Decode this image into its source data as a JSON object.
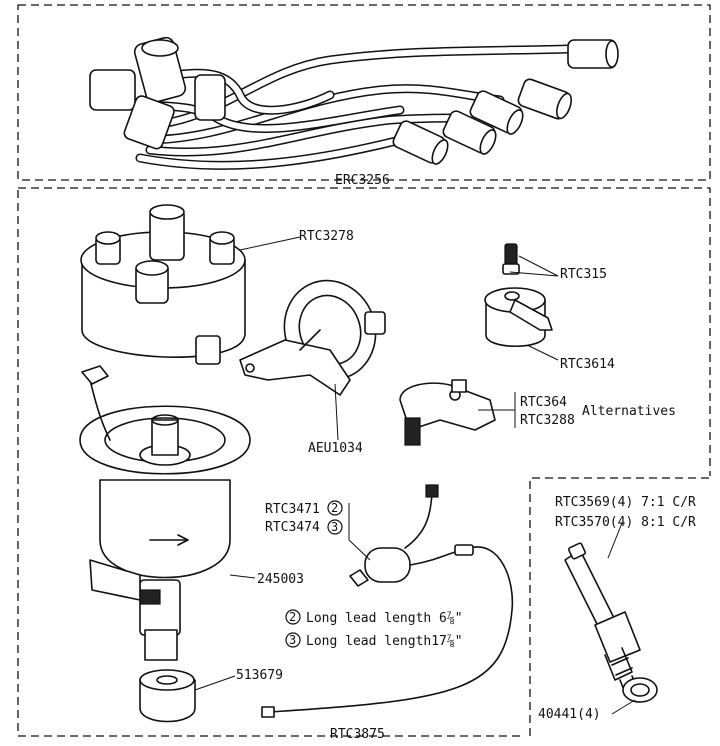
{
  "labels": {
    "ht_lead_set": "ERC3256",
    "cap": "RTC3278",
    "rotor_arm_pin": "RTC315",
    "rotor_arm": "RTC3614",
    "vacuum_unit": "AEU1034",
    "contact_set_a": "RTC364",
    "contact_set_b": "RTC3288",
    "alternatives": "Alternatives",
    "capacitor_a": "RTC3471",
    "capacitor_a_num": "2",
    "capacitor_b": "RTC3474",
    "capacitor_b_num": "3",
    "plug_a": "RTC3569(4) 7:1 C/R",
    "plug_b": "RTC3570(4) 8:1 C/R",
    "distributor": "245003",
    "drive_gear": "513679",
    "sealing_washer": "40441(4)",
    "distributor_assembly": "RTC3875"
  },
  "legend": [
    {
      "num": "2",
      "text": "Long lead length 6⅞\""
    },
    {
      "num": "3",
      "text": "Long lead length17⅞\""
    }
  ]
}
